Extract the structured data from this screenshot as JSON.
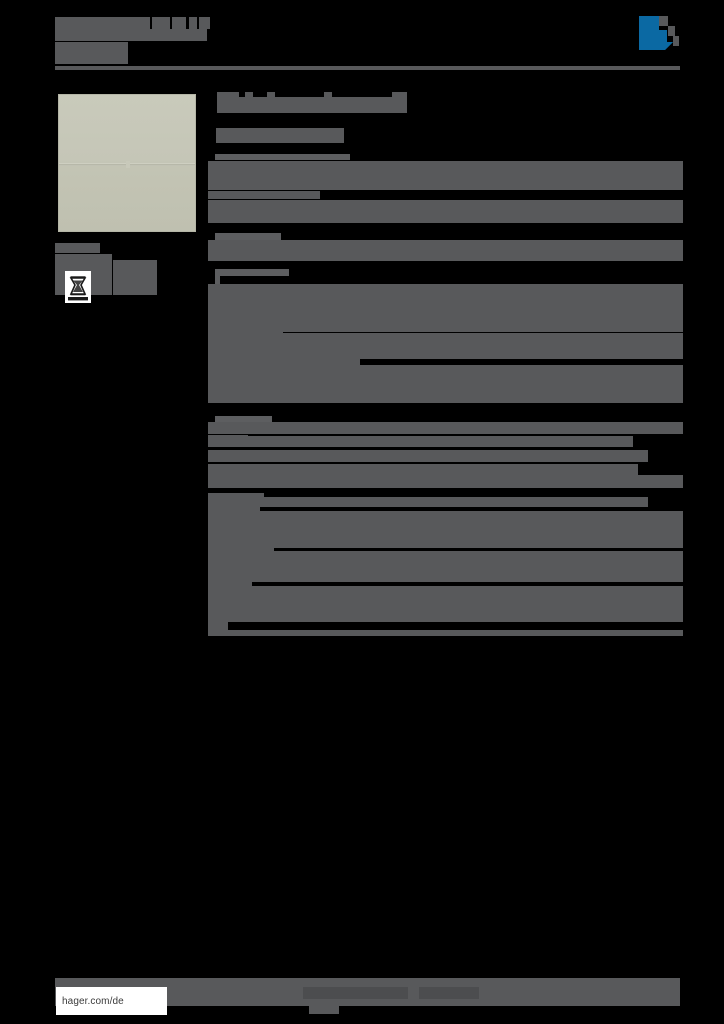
{
  "document": {
    "type": "product-datasheet",
    "publisher_url": "hager.com/de",
    "redacted": true,
    "note": "All textual content on this page is rendered as solid redaction blocks; only the URL in the footer remains legible."
  },
  "header": {
    "brand_logo": "hager-logo",
    "logo_color": "#0b69a3",
    "title_line1": "",
    "title_line2": "",
    "title_line3": ""
  },
  "product_image": {
    "name": "rocker-switch-cover-plate",
    "fill_color": "#c5c6b7",
    "border_color": "#b4b5a6"
  },
  "thumbnails": {
    "weee_icon": "crossed-out-wheeled-bin-icon",
    "weee_bg": "#ffffff"
  },
  "spec": {
    "title": "",
    "subtitle": "",
    "sections": [
      {
        "rows": [
          {
            "label_w": 110,
            "value_w": 0,
            "lines": 3
          },
          {
            "label_w": 105,
            "value_w": 0,
            "lines": 2
          }
        ]
      },
      {
        "rows": [
          {
            "label_w": 66,
            "value_w": 0,
            "lines": 1
          }
        ]
      },
      {
        "rows": [
          {
            "label_w": 140,
            "value_w": 0,
            "lines": 4
          },
          {
            "label_w": 72,
            "value_w": 0,
            "lines": 2
          },
          {
            "label_w": 85,
            "value_w": 0,
            "lines": 1
          },
          {
            "label_w": 52,
            "value_w": 0,
            "lines": 1
          }
        ]
      },
      {
        "rows": [
          {
            "label_w": 55,
            "value_w": 0,
            "lines": 5
          },
          {
            "label_w": 49,
            "value_w": 0,
            "lines": 2
          },
          {
            "label_w": 57,
            "value_w": 0,
            "lines": 2
          },
          {
            "label_w": 64,
            "value_w": 0,
            "lines": 1
          },
          {
            "label_w": 44,
            "value_w": 0,
            "lines": 1
          },
          {
            "label_w": 33,
            "value_w": 0,
            "lines": 2
          }
        ]
      }
    ]
  },
  "footer": {
    "url": "hager.com/de",
    "center_text": "",
    "page_number": ""
  },
  "colors": {
    "redaction": "#58595b",
    "redaction_dark": "#4f5052",
    "background": "#000000",
    "logo_blue": "#0b69a3",
    "product_sage": "#c5c6b7",
    "paper_white": "#ffffff"
  }
}
